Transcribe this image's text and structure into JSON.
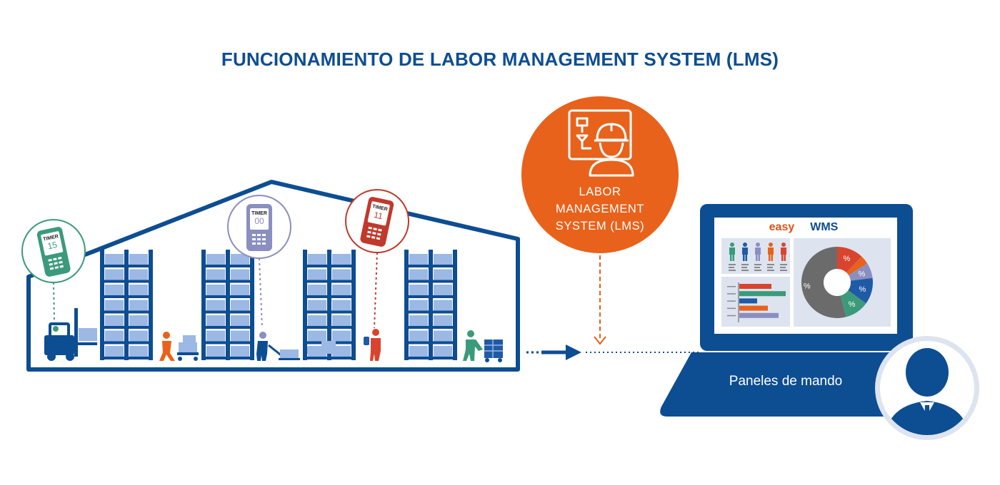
{
  "title": "FUNCIONAMIENTO DE LABOR MANAGEMENT SYSTEM (LMS)",
  "lms": {
    "lines": [
      "LABOR",
      "MANAGEMENT",
      "SYSTEM (LMS)"
    ]
  },
  "laptop": {
    "label": "Paneles de mando",
    "brand_left": "easy",
    "brand_right": "WMS"
  },
  "timers": [
    {
      "label": "TIMER",
      "value": "15",
      "color": "#3b9a7a"
    },
    {
      "label": "TIMER",
      "value": "00",
      "color": "#8a8fbf"
    },
    {
      "label": "TIMER",
      "value": "11",
      "color": "#c0392b"
    }
  ],
  "dashboard": {
    "percent_symbol": "%",
    "pie_slices": [
      {
        "value": 12,
        "color": "#d9442f"
      },
      {
        "value": 4,
        "color": "#e8621b"
      },
      {
        "value": 7,
        "color": "#8a8fbf"
      },
      {
        "value": 12,
        "color": "#1f5aa6"
      },
      {
        "value": 11,
        "color": "#3b9a7a"
      },
      {
        "value": 54,
        "color": "#6b6b6b"
      }
    ],
    "bars": [
      {
        "value": 45,
        "color": "#d9442f"
      },
      {
        "value": 65,
        "color": "#3b9a7a"
      },
      {
        "value": 25,
        "color": "#1f5aa6"
      },
      {
        "value": 40,
        "color": "#e8621b"
      },
      {
        "value": 55,
        "color": "#8a8fbf"
      }
    ],
    "people_colors": [
      "#3b9a7a",
      "#1f5aa6",
      "#8a8fbf",
      "#e8621b",
      "#d9442f"
    ]
  },
  "colors": {
    "navy": "#0d4d92",
    "orange": "#e8621b",
    "shelf_box": "#9cb8e4",
    "screen_bg": "#dde4f0"
  }
}
